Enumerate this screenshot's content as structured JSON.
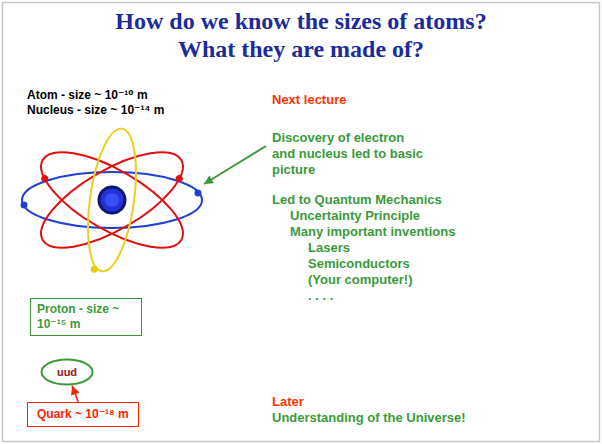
{
  "diagram": {
    "title": "How do we know the sizes of atoms? What they are made of?",
    "nodes": [
      {
        "text": [
          "Proton - size ~ 10⁻¹⁵ m"
        ]
      },
      {
        "text": [
          "uud"
        ]
      },
      {
        "text": [
          "Quark ~ 10⁻¹⁸ m"
        ]
      }
    ],
    "edges": [
      {
        "from": 2,
        "to": 1,
        "arrow": "to"
      }
    ],
    "labels": [
      "Atom - size ~ 10⁻¹⁰ m",
      "Nucleus - size ~ 10⁻¹⁴ m",
      "Next lecture",
      "Discovery of electron and nucleus led to basic picture",
      "Led to Quantum Mechanics",
      "Uncertainty Principle",
      "Many important inventions",
      "Lasers",
      "Semiconductors",
      "(Your computer!)",
      ". . . .",
      "Later",
      "Understanding of the Universe!"
    ]
  }
}
